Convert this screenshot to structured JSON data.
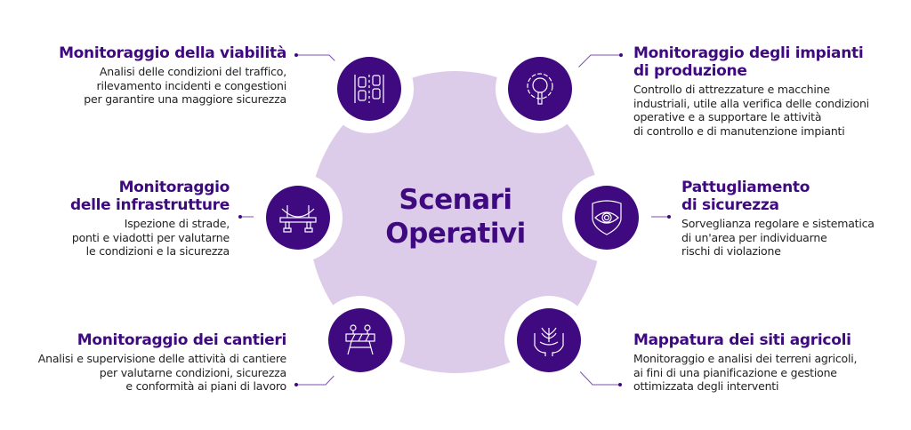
{
  "center_title": [
    "Scenari",
    "Operativi"
  ],
  "colors": {
    "primary": "#3f0a7f",
    "light": "#dccbe9"
  },
  "items": [
    {
      "title": "Monitoraggio della viabilità",
      "desc": "Analisi delle condizioni del traffico,\nrilevamento incidenti e congestioni\nper garantire una maggiore sicurezza",
      "icon": "traffic-cars-icon"
    },
    {
      "title": "Monitoraggio degli impianti\ndi produzione",
      "desc": "Controllo di attrezzature e macchine\nindustriali, utile alla verifica delle condizioni\noperative e a supportare le attività\ndi controllo e di manutenzione impianti",
      "icon": "gear-magnifier-icon"
    },
    {
      "title": "Monitoraggio\ndelle infrastrutture",
      "desc": "Ispezione di strade,\nponti e viadotti per valutarne\nle condizioni e la sicurezza",
      "icon": "bridge-icon"
    },
    {
      "title": "Pattugliamento\ndi sicurezza",
      "desc": "Sorveglianza regolare e sistematica\ndi un'area per individuarne\nrischi di violazione",
      "icon": "shield-eye-icon"
    },
    {
      "title": "Monitoraggio dei cantieri",
      "desc": "Analisi e supervisione delle attività di cantiere\nper valutarne condizioni, sicurezza\ne conformità ai piani di lavoro",
      "icon": "roadblock-icon"
    },
    {
      "title": "Mappatura dei siti agricoli",
      "desc": "Monitoraggio e analisi dei terreni agricoli,\nai fini di una pianificazione e gestione\nottimizzata degli interventi",
      "icon": "hands-plant-icon"
    }
  ]
}
